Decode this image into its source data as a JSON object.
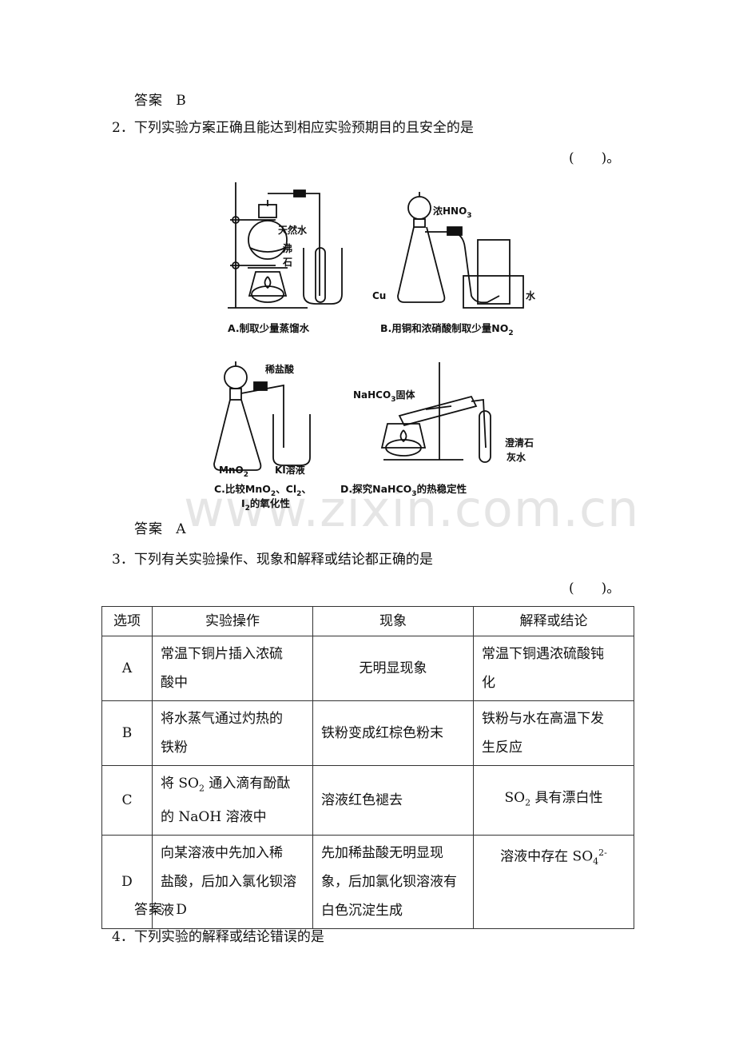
{
  "answers": {
    "label": "答案",
    "q1": "B",
    "q2": "A",
    "q3": "D"
  },
  "q2": {
    "number": "2．",
    "stem": "下列实验方案正确且能达到相应实验预期目的且安全的是",
    "blank": "(　　)。",
    "figure": {
      "a_labels": {
        "water": "天然水",
        "boil1": "沸",
        "boil2": "石",
        "caption": "A.制取少量蒸馏水"
      },
      "b_labels": {
        "acid": "浓HNO",
        "acid_sub": "3",
        "cu": "Cu",
        "water": "水",
        "caption": "B.用铜和浓硝酸制取少量NO",
        "caption_sub": "2"
      },
      "c_labels": {
        "acid": "稀盐酸",
        "mno2": "MnO",
        "mno2_sub": "2",
        "ki": "KI溶液",
        "caption1": "C.比较MnO",
        "caption1_sub": "2",
        "caption1b": "、Cl",
        "caption1b_sub": "2",
        "caption1c": "、",
        "caption2": "I",
        "caption2_sub": "2",
        "caption2b": "的氧化性"
      },
      "d_labels": {
        "solid": "NaHCO",
        "solid_sub": "3",
        "solid_b": "固体",
        "lime1": "澄清石",
        "lime2": "灰水",
        "caption": "D.探究NaHCO",
        "caption_sub": "3",
        "caption_b": "的热稳定性"
      }
    }
  },
  "q3": {
    "number": "3．",
    "stem": "下列有关实验操作、现象和解释或结论都正确的是",
    "blank": "(　　)。",
    "headers": [
      "选项",
      "实验操作",
      "现象",
      "解释或结论"
    ],
    "rows": [
      {
        "opt": "A",
        "op": [
          "常温下铜片插入浓硫",
          "酸中"
        ],
        "ph": [
          "无明显现象"
        ],
        "co": [
          "常温下铜遇浓硫酸钝",
          "化"
        ]
      },
      {
        "opt": "B",
        "op": [
          "将水蒸气通过灼热的",
          "铁粉"
        ],
        "ph": [
          "铁粉变成红棕色粉末"
        ],
        "co": [
          "铁粉与水在高温下发",
          "生反应"
        ]
      },
      {
        "opt": "C",
        "op_a": "将 SO",
        "op_sub": "2",
        "op_b": " 通入滴有酚酞",
        "op_line2": "的 NaOH 溶液中",
        "ph": [
          "溶液红色褪去"
        ],
        "co_a": "SO",
        "co_sub": "2",
        "co_b": " 具有漂白性"
      },
      {
        "opt": "D",
        "op": [
          "向某溶液中先加入稀",
          "盐酸，后加入氯化钡溶",
          "液"
        ],
        "ph": [
          "先加稀盐酸无明显现",
          "象，后加氯化钡溶液有",
          "白色沉淀生成"
        ],
        "co_a": "溶液中存在 SO",
        "co_sup": "2-",
        "co_sub": "4"
      }
    ]
  },
  "q4": {
    "number": "4．",
    "stem": "下列实验的解释或结论错误的是"
  },
  "watermark": "www.zixin.com.cn"
}
